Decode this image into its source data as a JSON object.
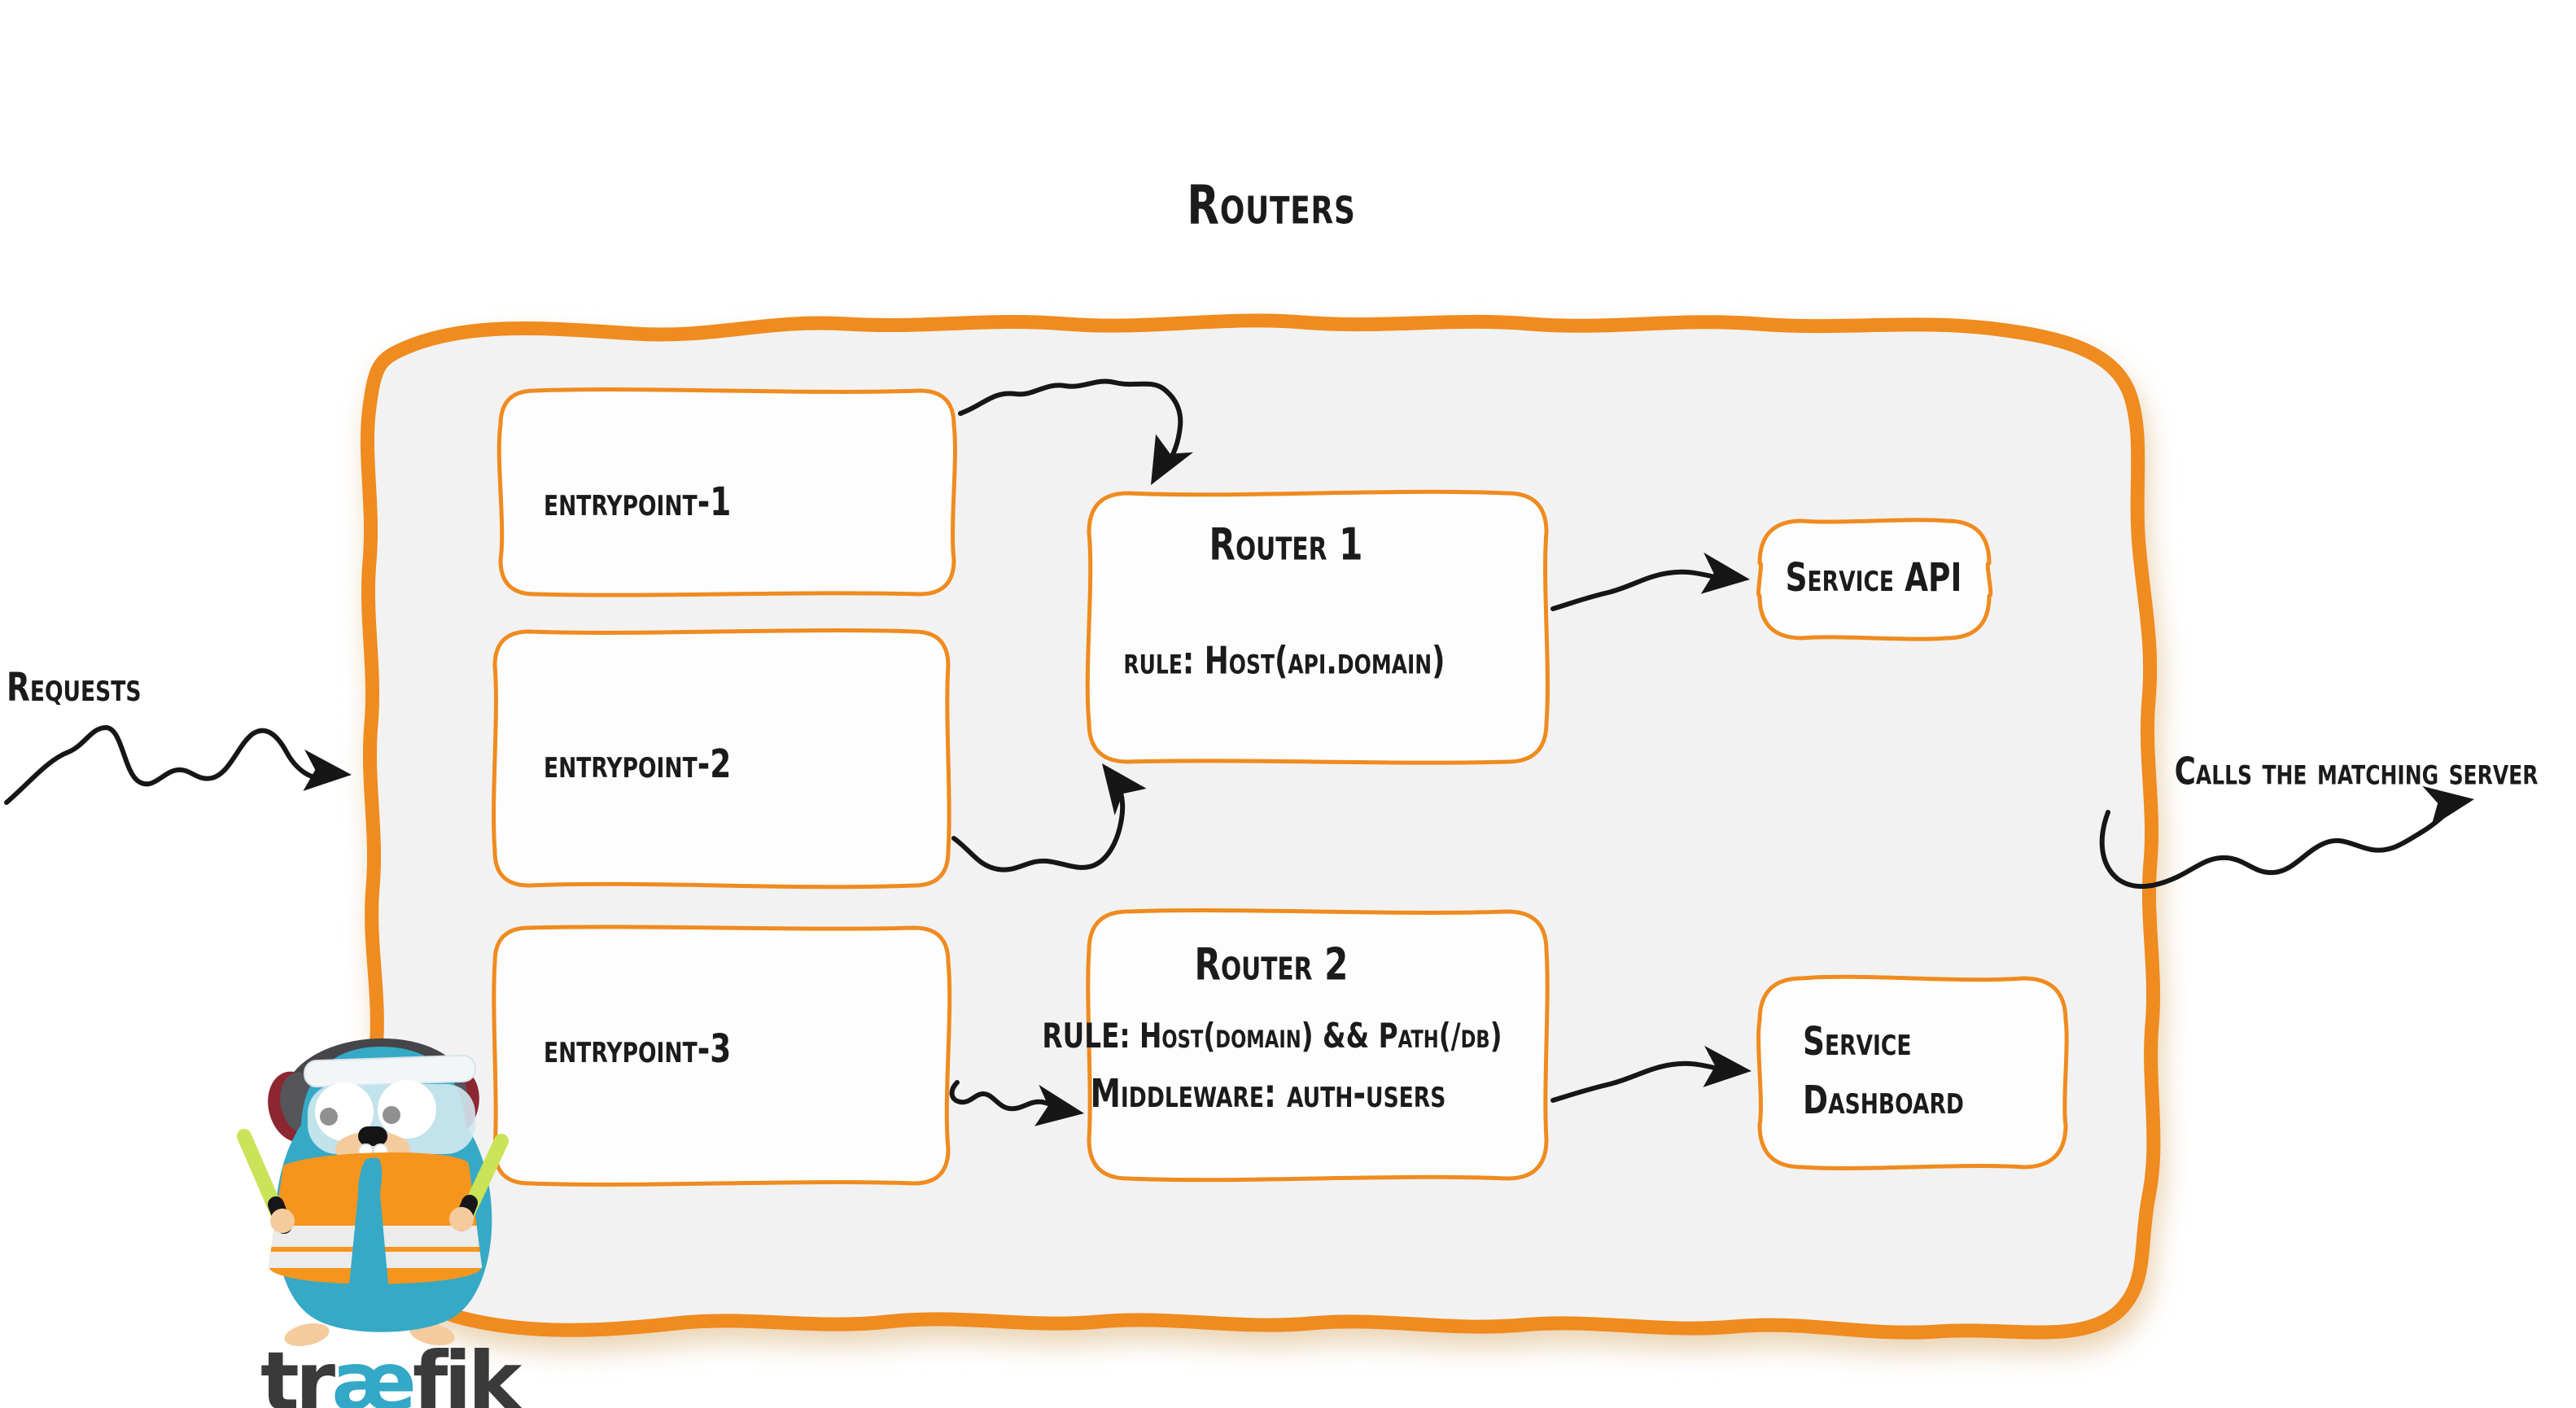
{
  "title": "Routers",
  "annotations": {
    "requests": "Requests",
    "calls": "Calls the matching server"
  },
  "entrypoints": [
    {
      "label": "entrypoint-1"
    },
    {
      "label": "entrypoint-2"
    },
    {
      "label": "entrypoint-3"
    }
  ],
  "routers": [
    {
      "name": "Router 1",
      "rule": "rule: Host(api.domain)"
    },
    {
      "name": "Router 2",
      "rule": "RULE: Host(domain) && Path(/db)",
      "middleware": "Middleware: auth-users"
    }
  ],
  "services": [
    {
      "label": "Service API"
    },
    {
      "label": "Service Dashboard"
    }
  ],
  "logo": {
    "wordmark": {
      "pre": "tr",
      "ligature": "æ",
      "post": "fik"
    }
  },
  "colors": {
    "accent_orange": "#ef8b1f",
    "panel_fill": "#f2f2f2",
    "box_fill": "#fdfdfd",
    "ink": "#161616",
    "teal": "#33a8c7",
    "gopher_body": "#35a9c6",
    "vest_orange": "#f6951d",
    "baton_green": "#cbe359",
    "skin_tan": "#f5cb9e",
    "headphone_gray": "#55555a",
    "headphone_maroon": "#8c2630"
  }
}
